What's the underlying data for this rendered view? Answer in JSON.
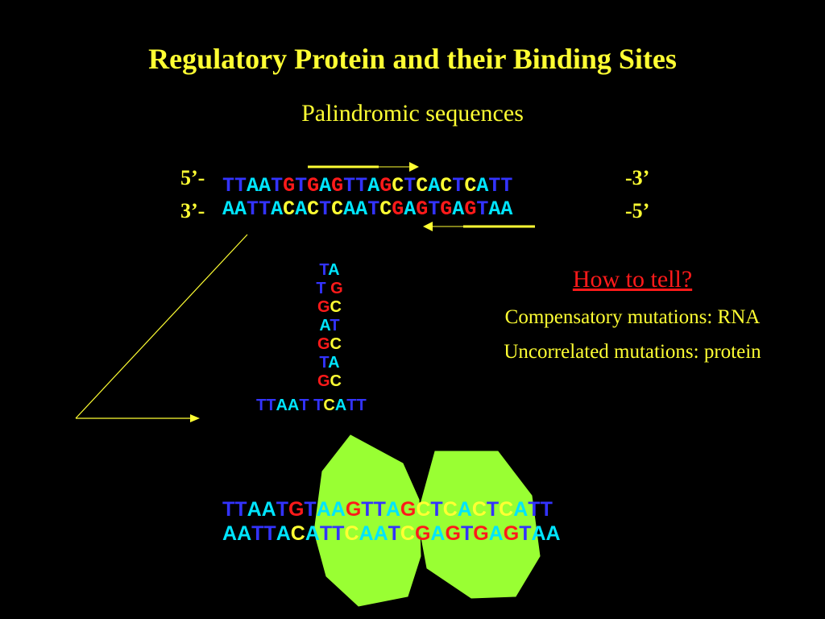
{
  "slide": {
    "title": "Regulatory Protein and their Binding Sites",
    "subtitle": "Palindromic sequences"
  },
  "labels": {
    "five_prime_left": "5’-",
    "three_prime_left": "3’-",
    "three_prime_right": "-3’",
    "five_prime_right": "-5’"
  },
  "sequences": {
    "top_strand": "TTAATGTGAGTTAGCTCACTCATT",
    "bottom_strand": "AATTACACTCAATCGAGTGAGTAA",
    "hairpin_rows": [
      "TA",
      "T G",
      "GC",
      "AT",
      "GC",
      "TA",
      "GC"
    ],
    "hairpin_base": "TTAAT TCATT",
    "bound_top": "TTAATGTAAGTTAGCTCACTCATT",
    "bound_bottom": "AATTACATTCAATCGAGTGAGTAA"
  },
  "question": {
    "heading": "How to tell?",
    "line1": "Compensatory mutations: RNA",
    "line2": "Uncorrelated mutations: protein"
  },
  "colors": {
    "title": "#ffff33",
    "T": "#3333ff",
    "A": "#00e5ff",
    "G": "#ff1a1a",
    "C": "#ffff33",
    "protein": "#99ff33",
    "heading": "#ff1a1a"
  }
}
